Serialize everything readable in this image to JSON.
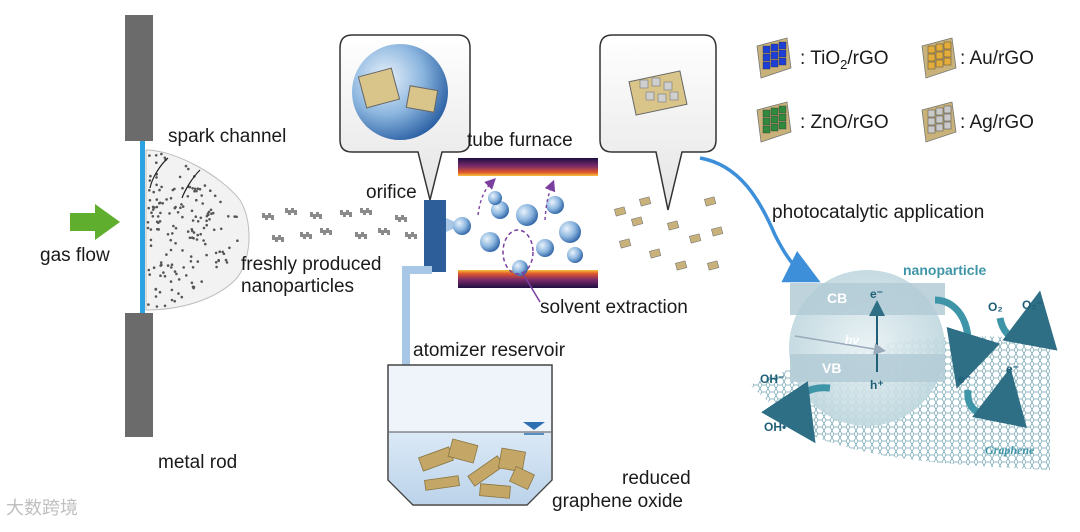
{
  "labels": {
    "spark_channel": "spark channel",
    "gas_flow": "gas flow",
    "metal_rod": "metal rod",
    "freshly_produced_1": "freshly produced",
    "freshly_produced_2": "nanoparticles",
    "orifice": "orifice",
    "tube_furnace": "tube furnace",
    "solvent_extraction": "solvent extraction",
    "atomizer_reservoir": "atomizer reservoir",
    "reduced_1": "reduced",
    "reduced_2": "graphene oxide",
    "photocatalytic": "photocatalytic application"
  },
  "legend": [
    {
      "prefix": ": TiO",
      "sub": "2",
      "suffix": "/rGO",
      "color": "#1d3fd6"
    },
    {
      "prefix": ": Au/rGO",
      "sub": "",
      "suffix": "",
      "color": "#e3ac3b"
    },
    {
      "prefix": ": ZnO/rGO",
      "sub": "",
      "suffix": "",
      "color": "#2f8a3e"
    },
    {
      "prefix": ": Ag/rGO",
      "sub": "",
      "suffix": "",
      "color": "#c9c9c9"
    }
  ],
  "photocatalysis": {
    "nanoparticle": "nanoparticle",
    "cb": "CB",
    "vb": "VB",
    "hv": "hν",
    "electron": "e⁻",
    "hole": "h⁺",
    "o2": "O₂",
    "o2_radical": "O₂⁻",
    "oh_minus": "OH⁻",
    "oh_radical": "OH•",
    "graphene": "Graphene"
  },
  "watermark": "大数跨境",
  "colors": {
    "rod": "#6b6b6b",
    "spark": "#2aa3e0",
    "arrow_green": "#5fae2e",
    "orifice": "#2e5e9a",
    "pipe": "#a8c6e6",
    "teal": "#3f95a8",
    "purple": "#7b3fa0",
    "blue_arrow": "#3d8fd9"
  }
}
